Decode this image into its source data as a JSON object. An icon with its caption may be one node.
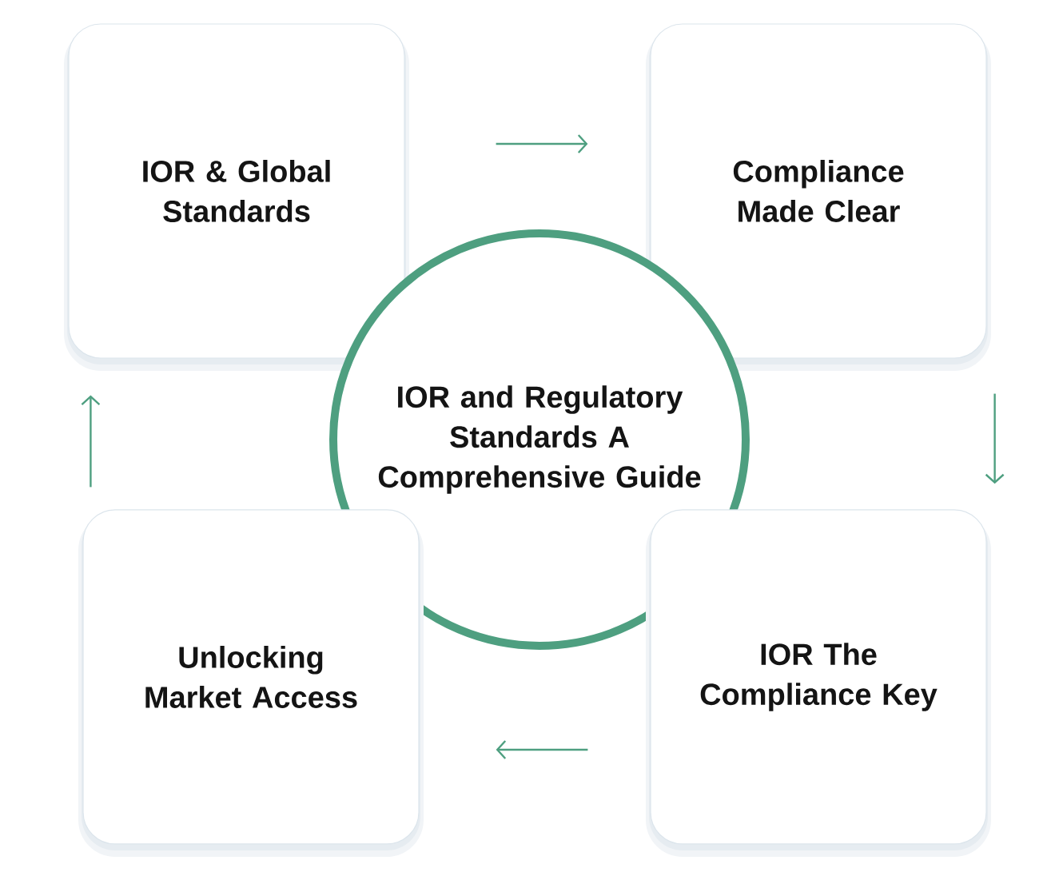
{
  "diagram": {
    "nodes": [
      {
        "text": [
          "IOR & Global Standards"
        ]
      },
      {
        "text": [
          "Compliance Made Clear"
        ]
      },
      {
        "text": [
          "IOR and Regulatory Standards A Comprehensive Guide"
        ]
      },
      {
        "text": [
          "Unlocking Market Access"
        ]
      },
      {
        "text": [
          "IOR The Compliance Key"
        ]
      }
    ],
    "edges": [
      {
        "from": 0,
        "to": 1,
        "arrow": "to"
      },
      {
        "from": 1,
        "to": 4,
        "arrow": "to"
      },
      {
        "from": 4,
        "to": 3,
        "arrow": "to"
      },
      {
        "from": 3,
        "to": 0,
        "arrow": "to"
      }
    ]
  }
}
